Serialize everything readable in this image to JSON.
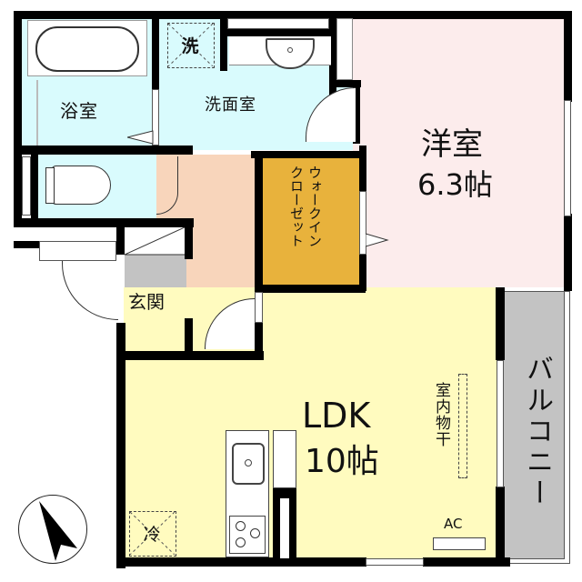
{
  "floorplan": {
    "rooms": {
      "bathroom": {
        "label": "浴室",
        "color": "#d9fbfd"
      },
      "washroom": {
        "label": "洗面室",
        "color": "#d9fbfd"
      },
      "washing_machine": {
        "label": "洗"
      },
      "western_room": {
        "label": "洋室",
        "size": "6.3帖",
        "color": "#fcecec"
      },
      "toilet": {
        "color": "#d9fbfd"
      },
      "hallway": {
        "color": "#f8d5bb"
      },
      "walk_in_closet": {
        "label_line1": "ウォークイン",
        "label_line2": "クローゼット",
        "color": "#e8b23c"
      },
      "entrance": {
        "label": "玄関",
        "color": "#c3c3c3"
      },
      "ldk": {
        "label": "LDK",
        "size": "10帖",
        "color": "#fffbbf"
      },
      "balcony": {
        "label": "バルコニー",
        "color": "#c3c3c3"
      },
      "refrigerator": {
        "label": "冷"
      },
      "indoor_drying": {
        "label": "室内物干"
      },
      "air_conditioner": {
        "label": "AC"
      }
    },
    "compass": {
      "direction": "north"
    }
  }
}
